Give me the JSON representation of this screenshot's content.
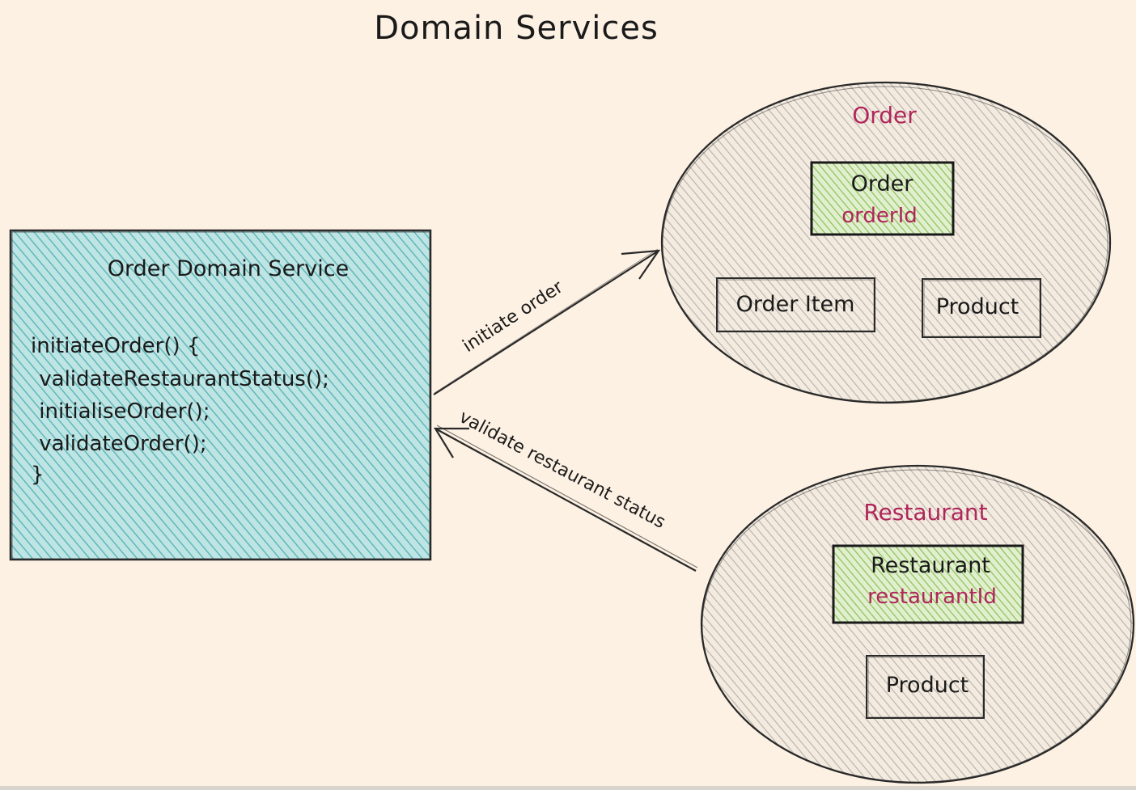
{
  "title": "Domain Services",
  "service": {
    "title": "Order Domain Service",
    "code": [
      "initiateOrder() {",
      " validateRestaurantStatus();",
      " initialiseOrder();",
      " validateOrder();",
      "}"
    ]
  },
  "arrows": {
    "initiate": "initiate order",
    "validate": "validate restaurant status"
  },
  "order_context": {
    "title": "Order",
    "root_entity": "Order",
    "root_id": "orderId",
    "entities": [
      "Order Item",
      "Product"
    ]
  },
  "restaurant_context": {
    "title": "Restaurant",
    "root_entity": "Restaurant",
    "root_id": "restaurantId",
    "entities": [
      "Product"
    ]
  },
  "colors": {
    "background": "#fdf1e3",
    "service_fill": "#7ec8c8",
    "context_fill": "#cfc9c0",
    "root_fill": "#a9d67a",
    "accent_text": "#b0265a"
  }
}
